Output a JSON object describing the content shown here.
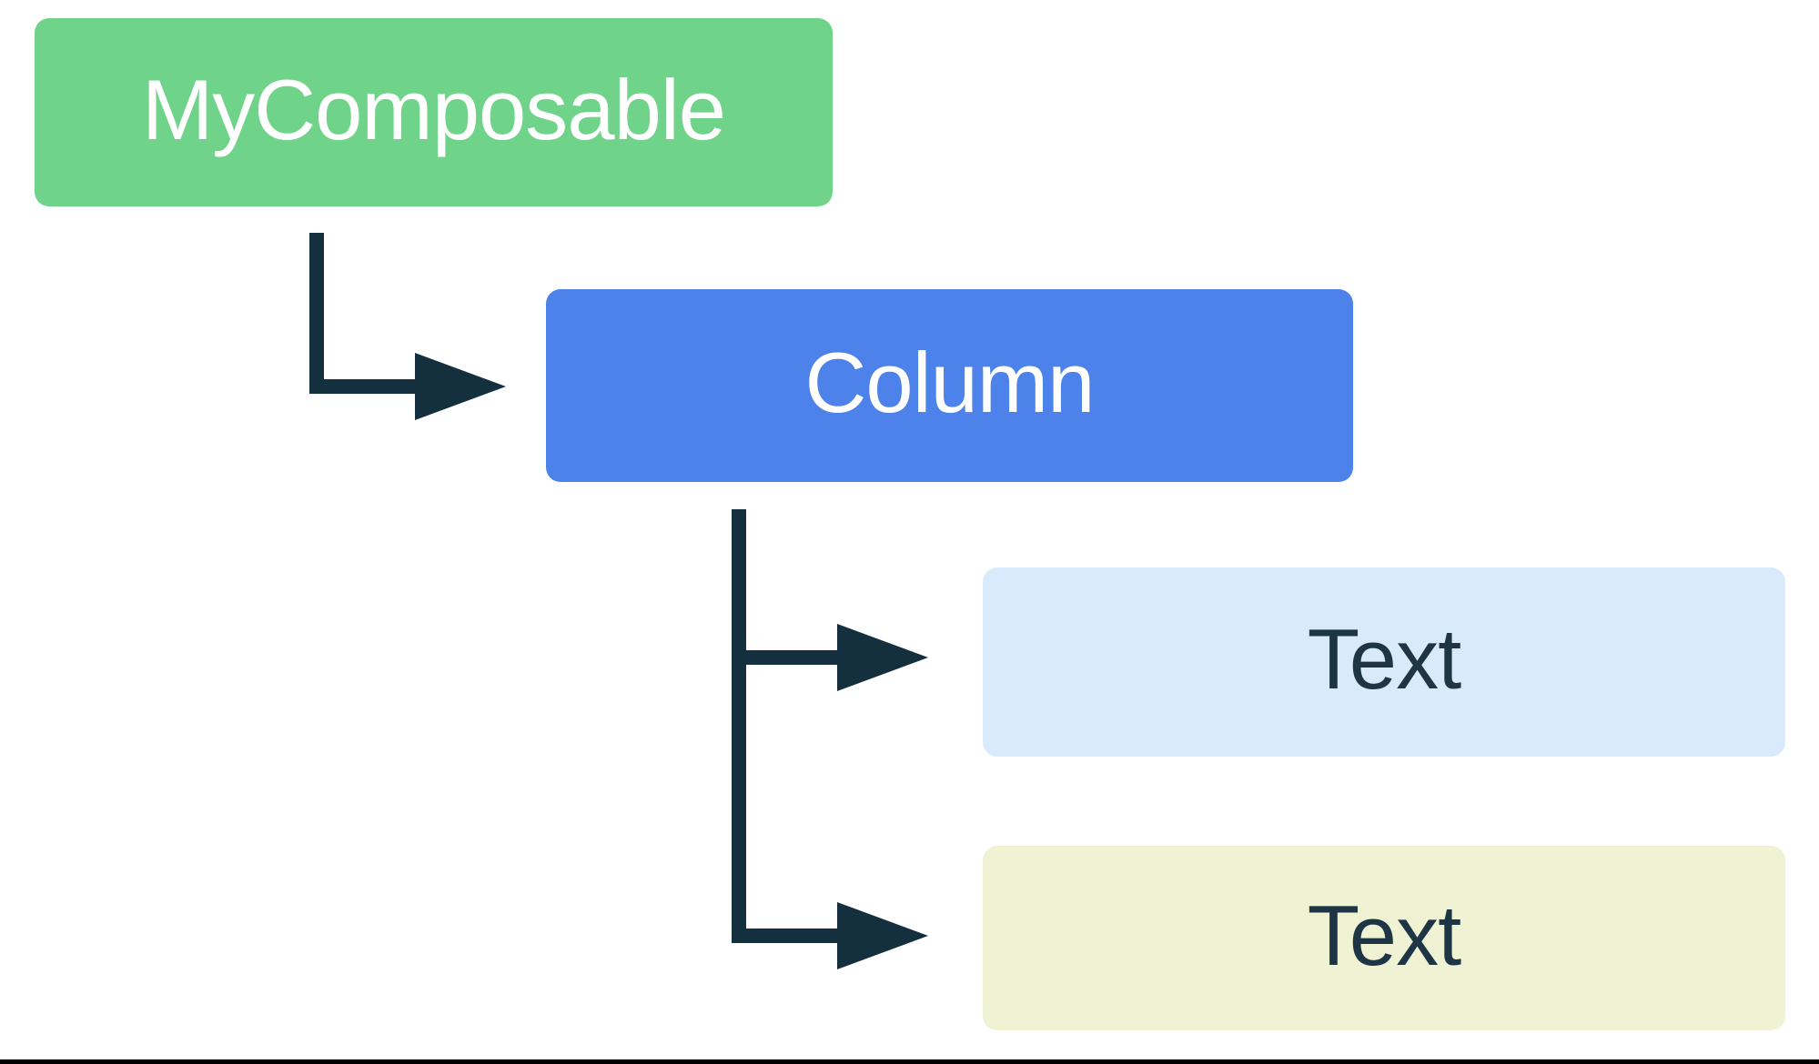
{
  "nodes": {
    "root": {
      "label": "MyComposable"
    },
    "container": {
      "label": "Column"
    },
    "leaf1": {
      "label": "Text"
    },
    "leaf2": {
      "label": "Text"
    }
  },
  "colors": {
    "root-bg": "#6FD38A",
    "root-text": "#FFFFFF",
    "container-bg": "#4D82EA",
    "container-text": "#FFFFFF",
    "leaf1-bg": "#D9EAFC",
    "leaf2-bg": "#EFF3D3",
    "leaf-text": "#1D3545",
    "arrow": "#142F3D",
    "page-bg": "#FFFFFF",
    "bottom-border": "#000000"
  }
}
